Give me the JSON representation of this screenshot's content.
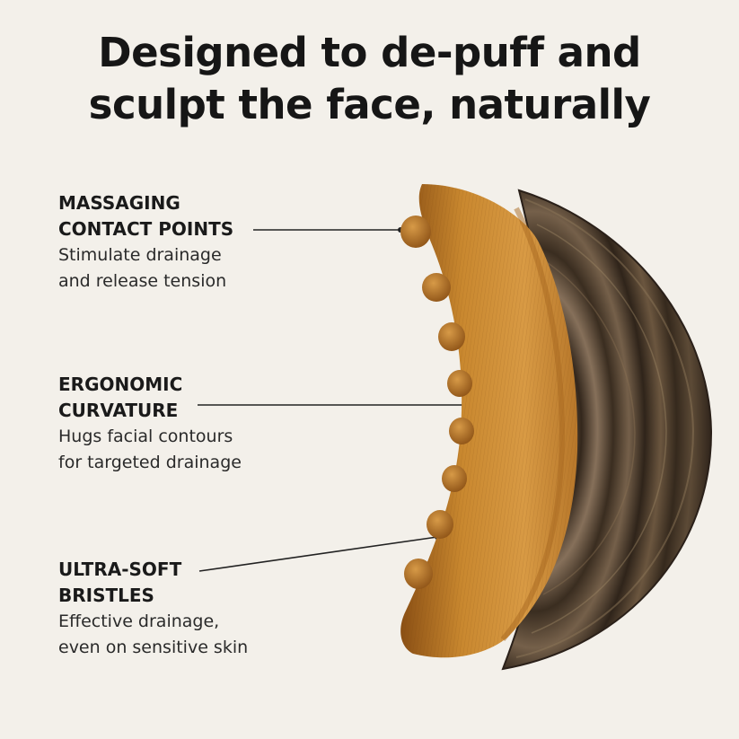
{
  "headline": {
    "line1": "Designed to de-puff and",
    "line2": "sculpt the face, naturally"
  },
  "features": [
    {
      "title_line1": "MASSAGING",
      "title_line2": "CONTACT POINTS",
      "desc_line1": "Stimulate drainage",
      "desc_line2": "and release tension"
    },
    {
      "title_line1": "ERGONOMIC",
      "title_line2": "CURVATURE",
      "desc_line1": "Hugs facial contours",
      "desc_line2": "for targeted drainage"
    },
    {
      "title_line1": "ULTRA-SOFT",
      "title_line2": "BRISTLES",
      "desc_line1": "Effective drainage,",
      "desc_line2": "even on sensitive skin"
    }
  ],
  "colors": {
    "background": "#f3f0ea",
    "text": "#1a1a1a",
    "bristle": "#c98a33",
    "wood": "#4a3a2a"
  }
}
